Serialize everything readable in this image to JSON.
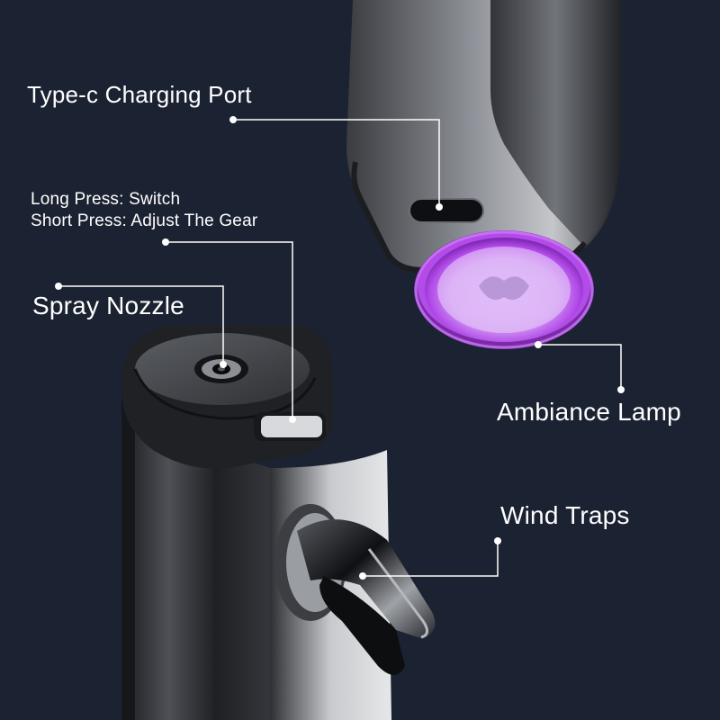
{
  "labels": {
    "charging_port": "Type-c Charging Port",
    "press_long": "Long Press: Switch",
    "press_short": "Short Press: Adjust The Gear",
    "spray_nozzle": "Spray Nozzle",
    "ambiance_lamp": "Ambiance Lamp",
    "wind_traps": "Wind Traps"
  },
  "colors": {
    "background": "#1b2232",
    "lamp_glow": "#b24be8",
    "callout_line": "#ffffff"
  }
}
